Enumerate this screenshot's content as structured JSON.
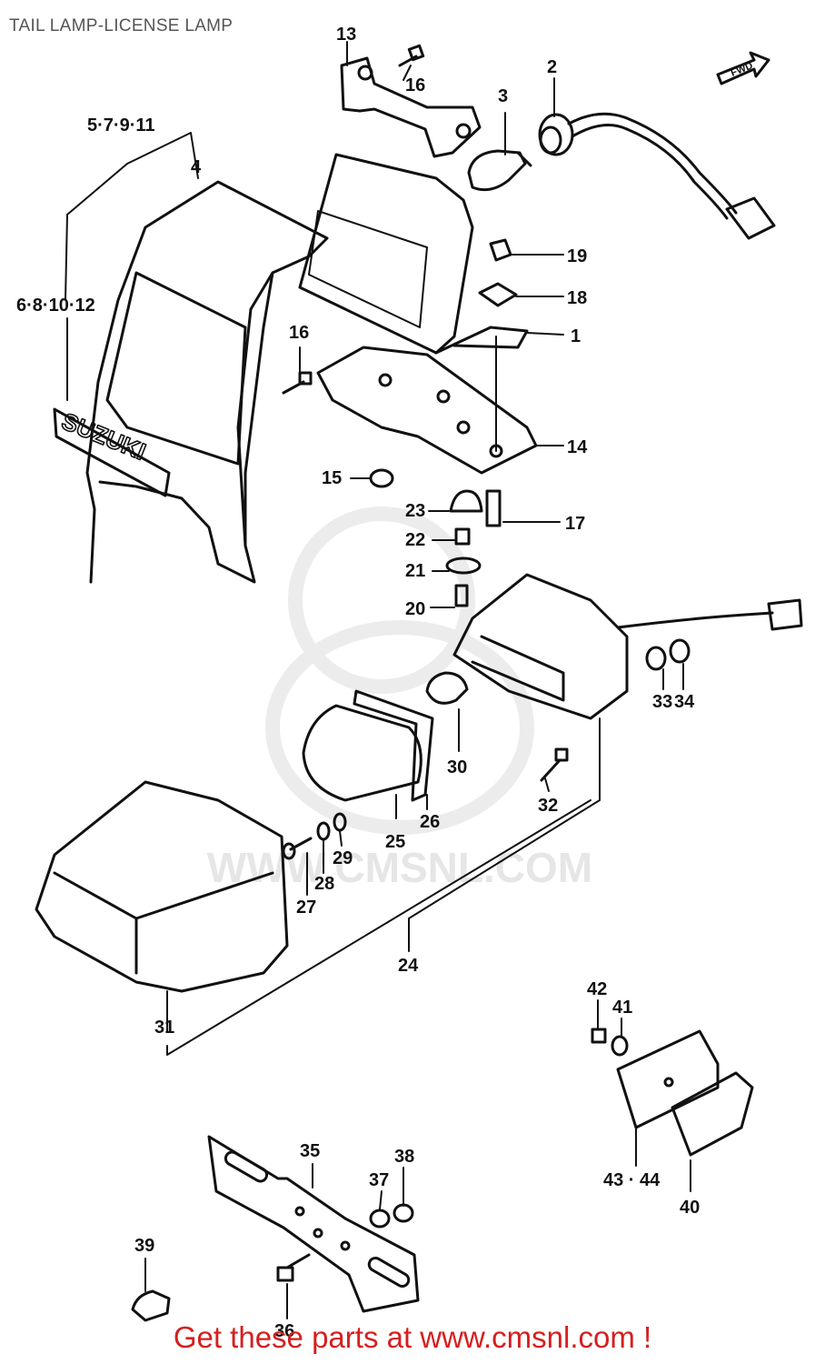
{
  "title": "TAIL LAMP-LICENSE LAMP",
  "watermark": "WWW.CMSNL.COM",
  "footer": "Get these parts at www.cmsnl.com !",
  "colors": {
    "line": "#111111",
    "title": "#555555",
    "footer": "#d61f1f",
    "watermark": "#ececec"
  },
  "callouts": [
    "1",
    "2",
    "3",
    "4",
    "5·7·9·11",
    "6·8·10·12",
    "13",
    "14",
    "15",
    "16",
    "16",
    "17",
    "18",
    "19",
    "20",
    "21",
    "22",
    "23",
    "24",
    "25",
    "26",
    "27",
    "28",
    "29",
    "30",
    "31",
    "32",
    "33",
    "34",
    "35",
    "36",
    "37",
    "38",
    "39",
    "40",
    "41",
    "42",
    "43 · 44"
  ]
}
